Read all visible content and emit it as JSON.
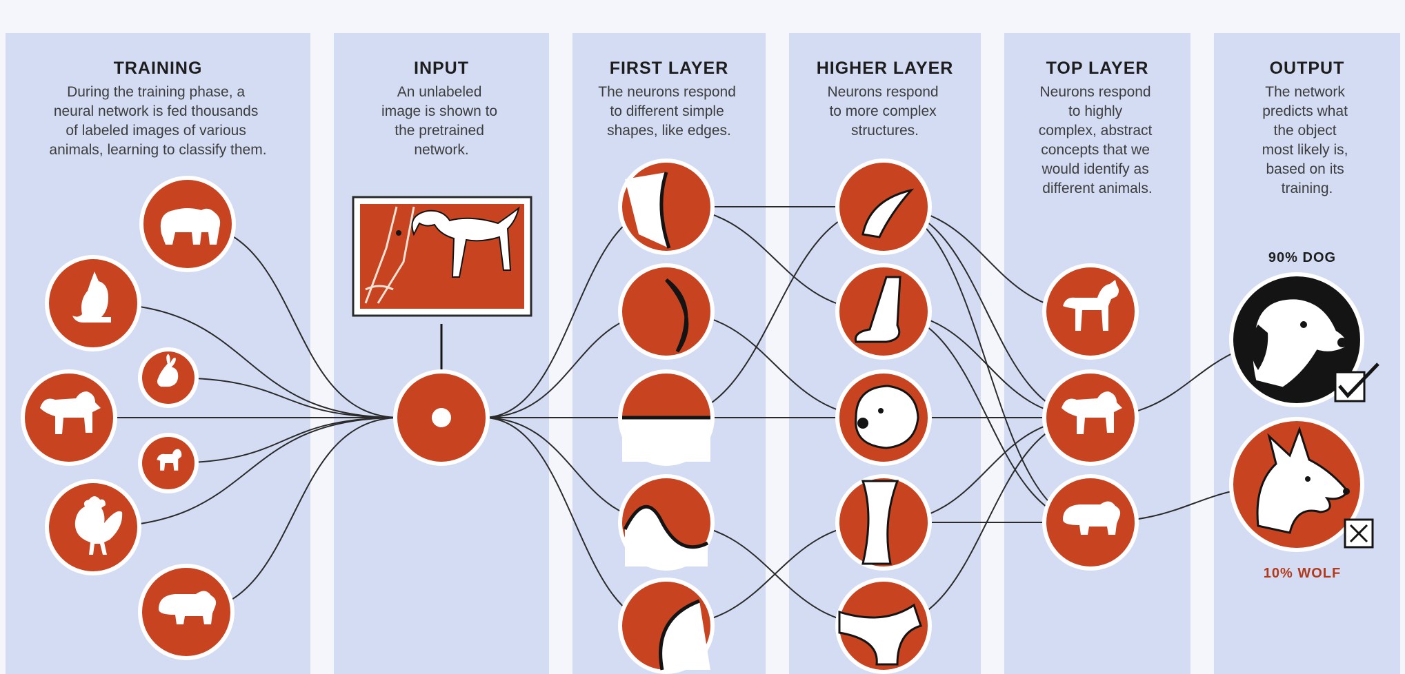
{
  "colors": {
    "accent": "#c8431f",
    "panel": "#d3dcf2",
    "background": "#f4f6fb",
    "line": "#2a2a2a",
    "dark": "#141414"
  },
  "columns": [
    {
      "title": "TRAINING",
      "desc": [
        "During the training phase, a",
        "neural network is fed thousands",
        "of labeled images of various",
        "animals, learning to classify them."
      ]
    },
    {
      "title": "INPUT",
      "desc": [
        "An unlabeled",
        "image is shown to",
        "the pretrained",
        "network."
      ]
    },
    {
      "title": "FIRST LAYER",
      "desc": [
        "The neurons respond",
        "to different simple",
        "shapes, like edges."
      ]
    },
    {
      "title": "HIGHER LAYER",
      "desc": [
        "Neurons respond",
        "to more complex",
        "structures."
      ]
    },
    {
      "title": "TOP LAYER",
      "desc": [
        "Neurons respond",
        "to highly",
        "complex, abstract",
        "concepts that we",
        "would identify as",
        "different animals."
      ]
    },
    {
      "title": "OUTPUT",
      "desc": [
        "The network",
        "predicts what",
        "the object",
        "most likely is,",
        "based on its",
        "training."
      ]
    }
  ],
  "training_animals": [
    "bear-icon",
    "cat-icon",
    "rabbit-icon",
    "dog-icon",
    "puppy-icon",
    "rooster-icon",
    "pig-icon"
  ],
  "first_layer": [
    "curved-edge-icon",
    "crescent-edge-icon",
    "horizontal-edge-icon",
    "bump-edge-icon",
    "corner-edge-icon"
  ],
  "higher_layer": [
    "ear-shape-icon",
    "paw-shape-icon",
    "dog-face-icon",
    "leg-shape-icon",
    "body-shape-icon"
  ],
  "top_layer": [
    "horse-icon",
    "dog-icon",
    "pig-icon"
  ],
  "output": {
    "dog_label": "90% DOG",
    "wolf_label": "10% WOLF",
    "dog_probability": 90,
    "wolf_probability": 10
  }
}
